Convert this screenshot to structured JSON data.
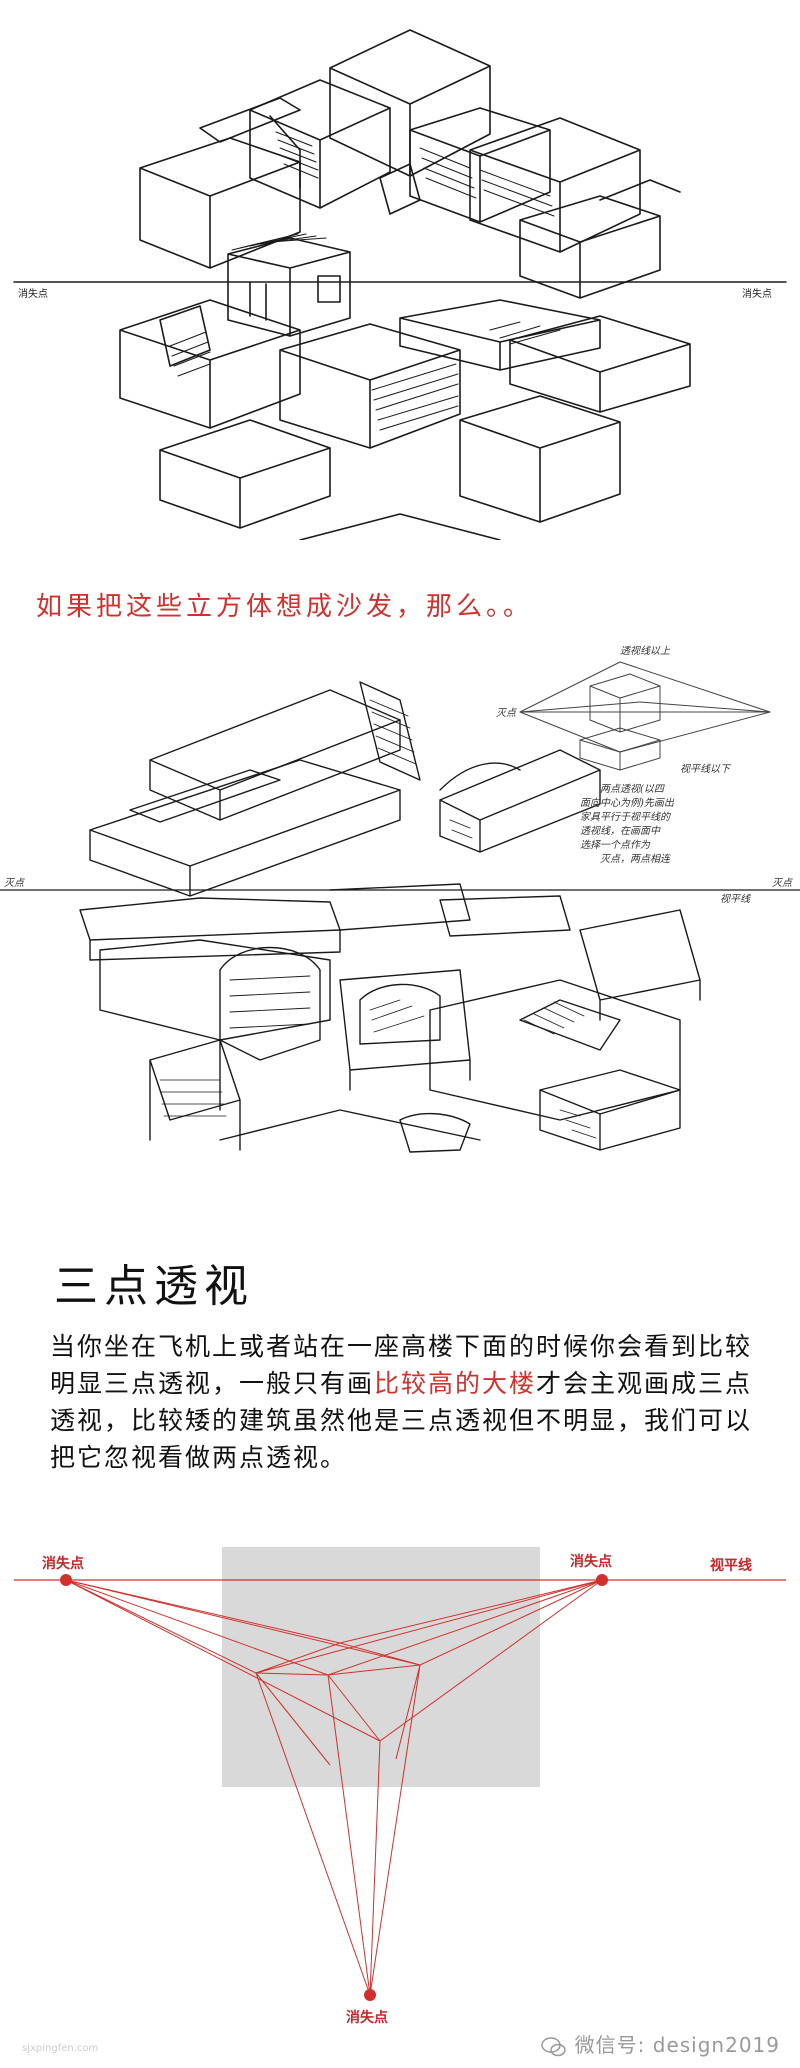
{
  "sketch1": {
    "left_vp_label": "消失点",
    "right_vp_label": "消失点"
  },
  "caption": "如果把这些立方体想成沙发，那么。。",
  "sketch2": {
    "left_label": "灭点",
    "right_label": "灭点",
    "horizon_label": "视平线",
    "note_top": "透视线以上",
    "note_mid": "视平线以下",
    "note_vp": "灭点",
    "note_block": [
      "两点透视(以四",
      "面向中心为例)先画出",
      "家具平行于视平线的",
      "透视线，在画面中",
      "选择一个点作为",
      "灭点，两点相连"
    ]
  },
  "section": {
    "title": "三点透视",
    "para_part1": "当你坐在飞机上或者站在一座高楼下面的时候你会看到比较明显三点透视，一般只有画",
    "para_highlight": "比较高的大楼",
    "para_part2": "才会主观画成三点透视，比较矮的建筑虽然他是三点透视但不明显，我们可以把它忽视看做两点透视。"
  },
  "diagram": {
    "vp_left": "消失点",
    "vp_right": "消失点",
    "vp_bottom": "消失点",
    "horizon": "视平线",
    "accent": "#d0312d",
    "box_fill": "#d9d9d9"
  },
  "footer": {
    "watermark": "微信号: design2019",
    "faint": "sjxpingfen.com"
  }
}
